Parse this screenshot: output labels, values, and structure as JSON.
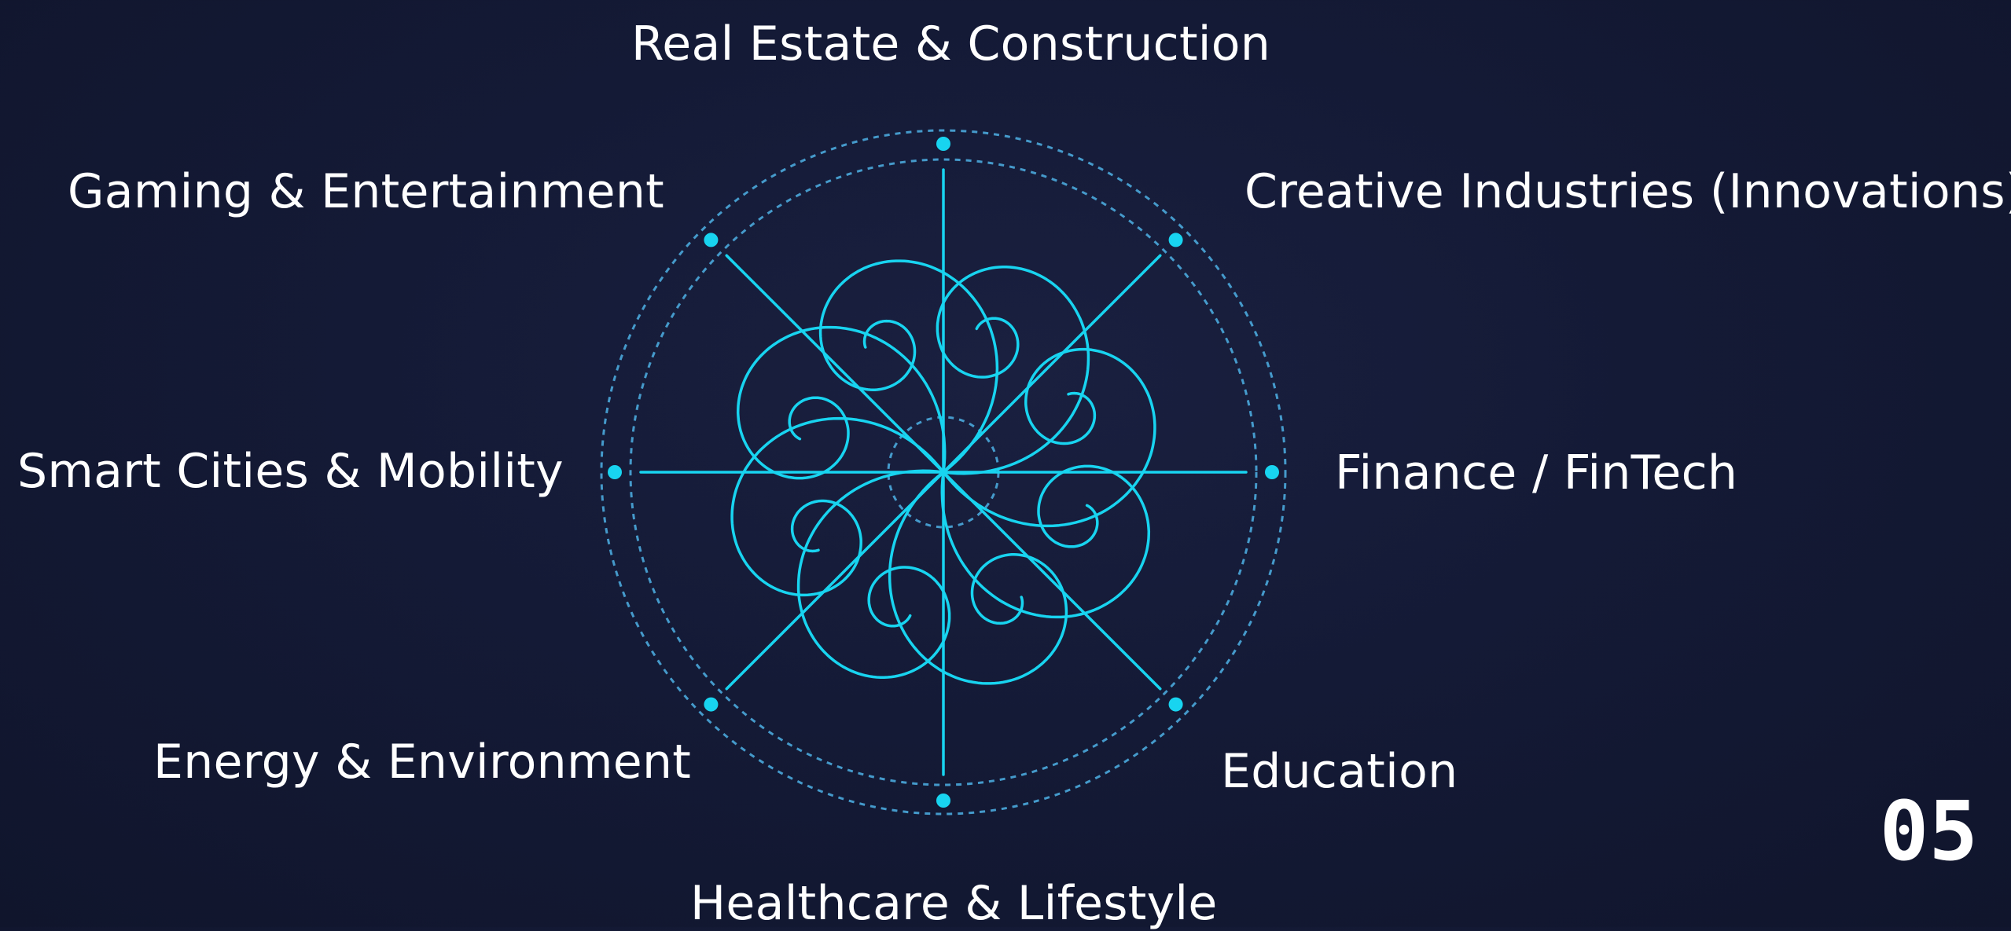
{
  "sectors": {
    "top": "Real Estate & Construction",
    "top_left": "Gaming & Entertainment",
    "top_right": "Creative Industries (Innovations)",
    "left": "Smart Cities & Mobility",
    "right": "Finance / FinTech",
    "bottom_left": "Energy & Environment",
    "bottom_right": "Education",
    "bottom": "Healthcare & Lifestyle"
  },
  "page_number": "05",
  "colors": {
    "background": "#141a36",
    "accent": "#18d4f0",
    "dotted_ring": "#4aa9dc",
    "text": "#ffffff"
  },
  "diagram": {
    "petal_count": 8,
    "spoke_count": 8
  }
}
